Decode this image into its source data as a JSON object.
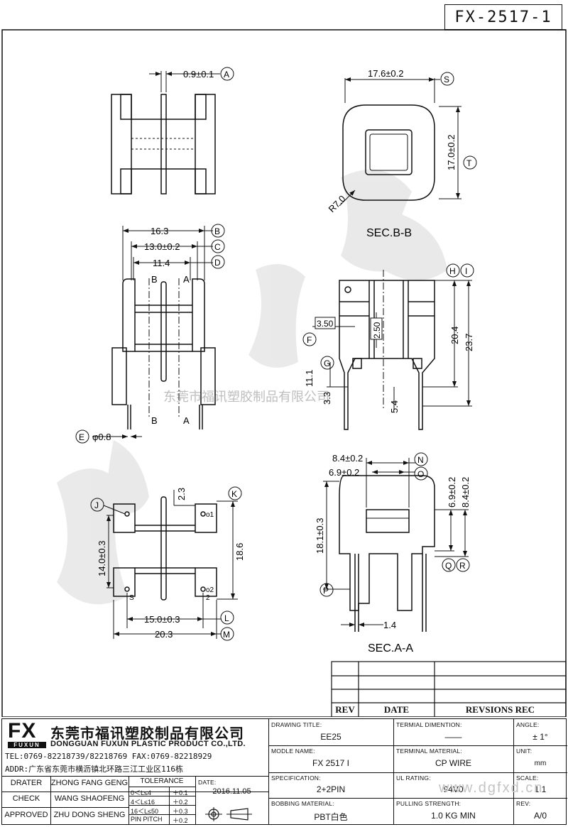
{
  "doc_number": "FX-2517-1",
  "watermark": "东莞市福讯塑胶制品有限公司",
  "views": {
    "top_left": {
      "dim_thickness": "0.9±0.1",
      "tag_a": "A"
    },
    "sec_bb": {
      "caption": "SEC.B-B",
      "dim_width": "17.6±0.2",
      "dim_height": "17.0±0.2",
      "radius": "R7.0",
      "tag_s": "S",
      "tag_t": "T"
    },
    "front": {
      "dim_163": "16.3",
      "dim_130": "13.0±0.2",
      "dim_114": "11.4",
      "tag_b": "B",
      "tag_c": "C",
      "tag_d": "D",
      "tag_e": "E",
      "pin_dia": "φ0.8",
      "sec_b": "B",
      "sec_a": "A"
    },
    "side": {
      "dim_350": "3.50",
      "dim_250": "2.50",
      "dim_111": "11.1",
      "dim_33": "3.3",
      "dim_54": "5.4",
      "dim_204": "20.4",
      "dim_237": "23.7",
      "tag_f": "F",
      "tag_g": "G",
      "tag_h": "H",
      "tag_i": "I"
    },
    "bottom": {
      "dim_23": "2.3",
      "dim_140": "14.0±0.3",
      "dim_186": "18.6",
      "dim_150": "15.0±0.3",
      "dim_203": "20.3",
      "pin1": "1",
      "pin2": "2",
      "pin_s": "S",
      "pin_o1": "o1",
      "pin_o2": "o2",
      "tag_j": "J",
      "tag_k": "K",
      "tag_l": "L",
      "tag_m": "M"
    },
    "sec_aa": {
      "caption": "SEC.A-A",
      "dim_84": "8.4±0.2",
      "dim_69": "6.9±0.2",
      "dim_69v": "6.9±0.2",
      "dim_84v": "8.4±0.2",
      "dim_181": "18.1±0.3",
      "dim_14": "1.4",
      "tag_n": "N",
      "tag_o": "O",
      "tag_p": "P",
      "tag_q": "Q",
      "tag_r": "R"
    }
  },
  "revision_table": {
    "headers": [
      "REV",
      "DATE",
      "REVSIONS REC"
    ]
  },
  "company": {
    "logo": "FX",
    "logo_sub": "FUXUN",
    "name_cn": "东莞市福讯塑胶制品有限公司",
    "name_en": "DONGGUAN FUXUN PLASTIC PRODUCT CO.,LTD.",
    "tel": "TEL:0769-82218739/82218769 FAX:0769-82218929",
    "addr": "ADDR:广东省东莞市横沥镇北环路三江工业区116栋"
  },
  "signoff": [
    {
      "role": "DRATER",
      "name": "ZHONG FANG GENG"
    },
    {
      "role": "CHECK",
      "name": "WANG SHAOFENG"
    },
    {
      "role": "APPROVED",
      "name": "ZHU DONG SHENG"
    }
  ],
  "tolerance": {
    "title": "TOLERANCE",
    "rows": [
      {
        "range": "0＜L≤4",
        "value": "＋0.1"
      },
      {
        "range": "4＜L≤16",
        "value": "＋0.2"
      },
      {
        "range": "16＜L≤50",
        "value": "＋0.3"
      },
      {
        "range": "PIN PITCH",
        "value": "＋0.2"
      }
    ]
  },
  "date": {
    "label": "DATE:",
    "value": "2016.11.05"
  },
  "fields": {
    "drawing_title": {
      "label": "DRAWING TITLE:",
      "value": "EE25"
    },
    "model_name": {
      "label": "MODLE NAME:",
      "value": "FX 2517 I"
    },
    "specification": {
      "label": "SPECIFICATION:",
      "value": "2+2PIN"
    },
    "bobbing_material": {
      "label": "BOBBING MATERIAL:",
      "value": "PBT白色"
    },
    "terminal_dimention": {
      "label": "TERMIAL DIMENTION:",
      "value": "——"
    },
    "terminal_material": {
      "label": "TERMINAL MATERIAL:",
      "value": "CP WIRE"
    },
    "ul_rating": {
      "label": "UL RATING:",
      "value": "94V0"
    },
    "pulling_strength": {
      "label": "PULLING STRENGTH:",
      "value": "1.0 KG MIN"
    },
    "angle": {
      "label": "ANGLE:",
      "value": "± 1°"
    },
    "unit": {
      "label": "UNIT:",
      "value": "mm"
    },
    "scale": {
      "label": "SCALE:",
      "value": "1:1"
    },
    "rev": {
      "label": "REV:",
      "value": "A/0"
    }
  },
  "site_watermark": "www.dgfxd.cn"
}
